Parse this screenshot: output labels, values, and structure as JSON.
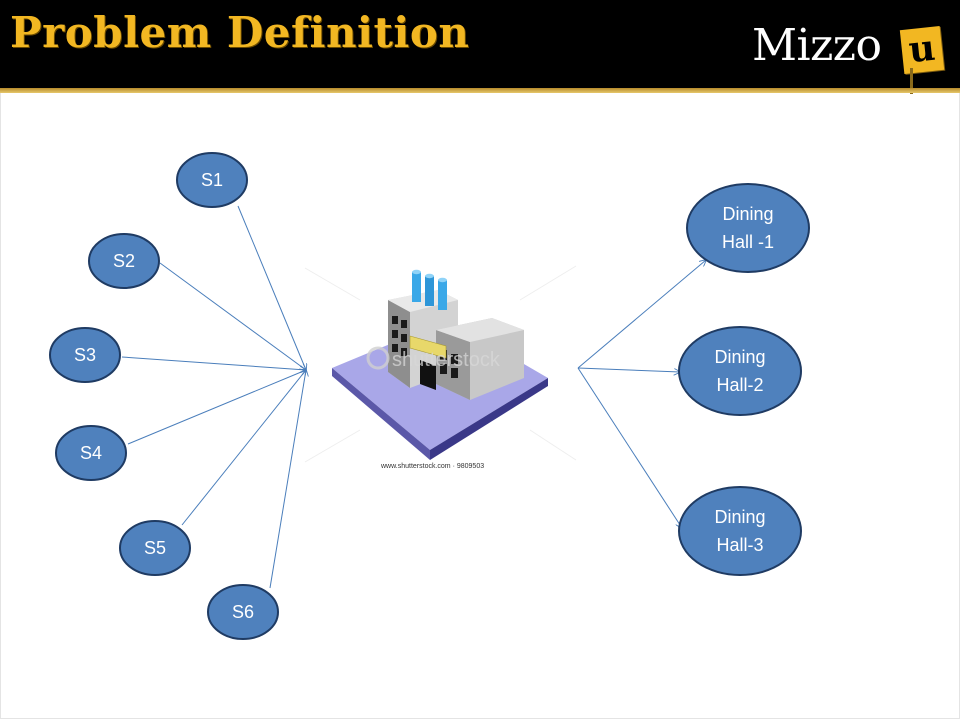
{
  "header": {
    "title": "Problem Definition",
    "logo_word": "Mizzo",
    "logo_badge": "u"
  },
  "colors": {
    "node_fill": "#4f81bd",
    "node_stroke": "#1f3b63",
    "arrow": "#4a7ebb",
    "title": "#f2b722",
    "header_bg": "#000000"
  },
  "diagram": {
    "sources": [
      "S1",
      "S2",
      "S3",
      "S4",
      "S5",
      "S6"
    ],
    "factory_icon": "factory-building-icon",
    "watermark": "shutterstock",
    "image_credit": "www.shutterstock.com · 9809503",
    "destinations": [
      {
        "line1": "Dining",
        "line2": "Hall -1"
      },
      {
        "line1": "Dining",
        "line2": "Hall-2"
      },
      {
        "line1": "Dining",
        "line2": "Hall-3"
      }
    ]
  }
}
